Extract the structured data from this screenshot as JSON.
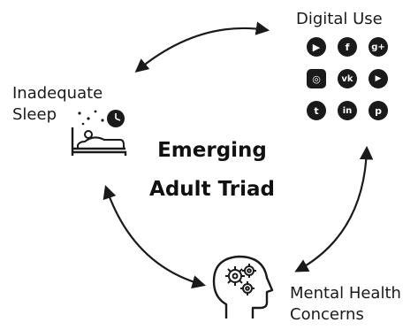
{
  "center": {
    "line1": "Emerging",
    "line2": "Adult Triad"
  },
  "nodes": {
    "digital_use": "Digital Use",
    "inadequate_sleep": [
      "Inadequate",
      "Sleep"
    ],
    "mental_health": [
      "Mental Health",
      "Concerns"
    ]
  },
  "social_icons": [
    {
      "name": "youtube-icon",
      "glyph": "▶"
    },
    {
      "name": "facebook-icon",
      "glyph": "f"
    },
    {
      "name": "google-plus-icon",
      "glyph": "g+"
    },
    {
      "name": "instagram-icon",
      "glyph": "◎"
    },
    {
      "name": "vk-icon",
      "glyph": "vk"
    },
    {
      "name": "youtube-play-icon",
      "glyph": "▶"
    },
    {
      "name": "twitter-icon",
      "glyph": "t"
    },
    {
      "name": "linkedin-icon",
      "glyph": "in"
    },
    {
      "name": "pinterest-icon",
      "glyph": "p"
    }
  ],
  "colors": {
    "ink": "#1a1a1a",
    "background": "#ffffff"
  }
}
